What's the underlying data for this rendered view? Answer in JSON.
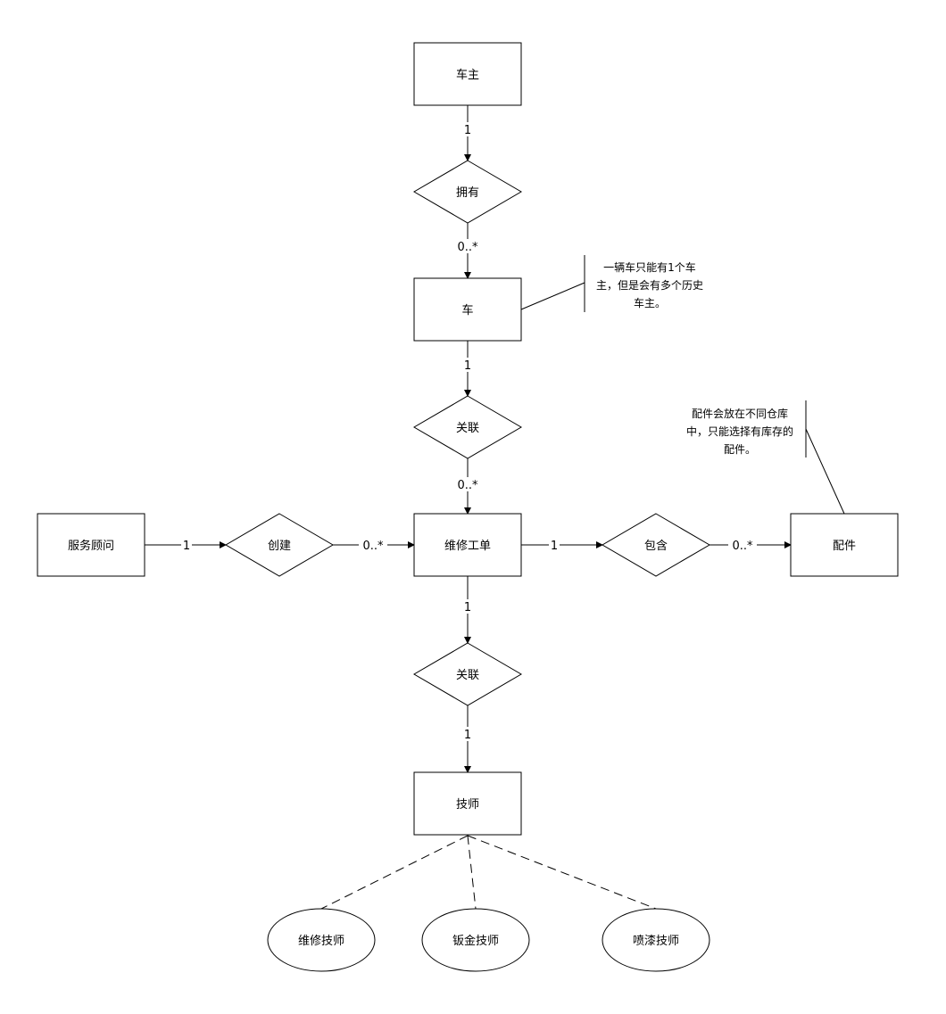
{
  "entities": {
    "owner": "车主",
    "car": "车",
    "order": "维修工单",
    "advisor": "服务顾问",
    "parts": "配件",
    "tech": "技师"
  },
  "relationships": {
    "own": "拥有",
    "link_car_order": "关联",
    "create": "创建",
    "contain": "包含",
    "link_order_tech": "关联"
  },
  "subtypes": {
    "repair": "维修技师",
    "sheet": "钣金技师",
    "paint": "喷漆技师"
  },
  "multiplicity": {
    "owner_own": "1",
    "own_car": "0..*",
    "car_link": "1",
    "link_order": "0..*",
    "advisor_create": "1",
    "create_order": "0..*",
    "order_contain": "1",
    "contain_parts": "0..*",
    "order_link": "1",
    "link_tech": "1"
  },
  "notes": {
    "car": [
      "一辆车只能有1个车",
      "主，但是会有多个历史",
      "车主。"
    ],
    "parts": [
      "配件会放在不同仓库",
      "中，只能选择有库存的",
      "配件。"
    ]
  }
}
